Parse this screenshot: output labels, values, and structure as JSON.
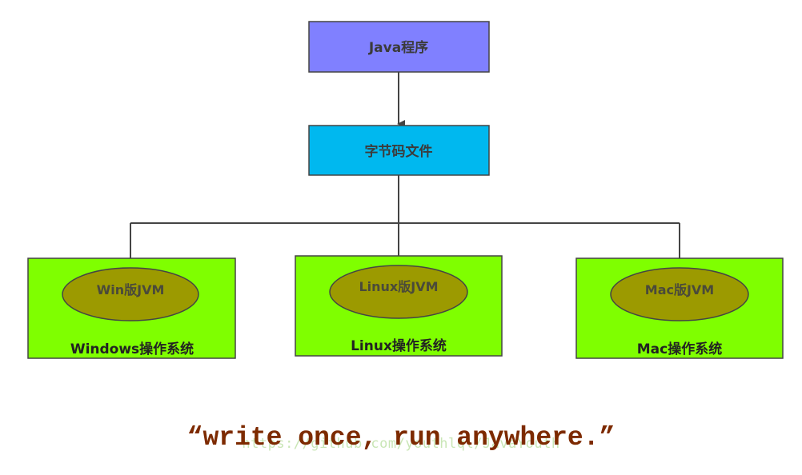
{
  "diagram": {
    "top_box": "Java程序",
    "middle_box": "字节码文件",
    "platforms": [
      {
        "jvm": "Win版JVM",
        "os": "Windows操作系统"
      },
      {
        "jvm": "Linux版JVM",
        "os": "Linux操作系统"
      },
      {
        "jvm": "Mac版JVM",
        "os": "Mac操作系统"
      }
    ]
  },
  "colors": {
    "top_box_fill": "#8080ff",
    "middle_box_fill": "#00b8ef",
    "platform_fill": "#7fff00",
    "jvm_fill": "#9c9a00",
    "connector": "#444444"
  },
  "watermark": "https://github.com/youthlql/JavaYouth",
  "slogan": "“write once, run anywhere.”"
}
